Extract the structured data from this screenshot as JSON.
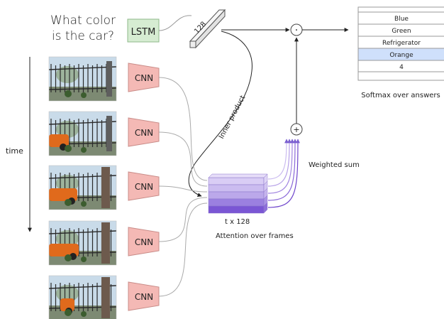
{
  "question": {
    "line1": "What color",
    "line2": "is the car?"
  },
  "lstm_label": "LSTM",
  "lstm_vector_size": "128",
  "cnn_label": "CNN",
  "time_label": "time",
  "inner_product_label": "Inner product",
  "weighted_sum_label": "Weighted sum",
  "matrix_size_label": "t x 128",
  "attention_label": "Attention over frames",
  "answers": [
    "Blue",
    "Green",
    "Refrigerator",
    "Orange",
    "4"
  ],
  "softmax_label": "Softmax over answers",
  "dot_op": "·",
  "sum_op": "+",
  "colors": {
    "lstm_fill": "#d6ecd2",
    "lstm_stroke": "#8fb98a",
    "cnn_fill": "#f4b9b5",
    "cnn_stroke": "#c98c88",
    "attention_dark": "#6a45cc",
    "attention_light": "#c9b8f0",
    "highlight_answer": "#cfe0fb"
  }
}
